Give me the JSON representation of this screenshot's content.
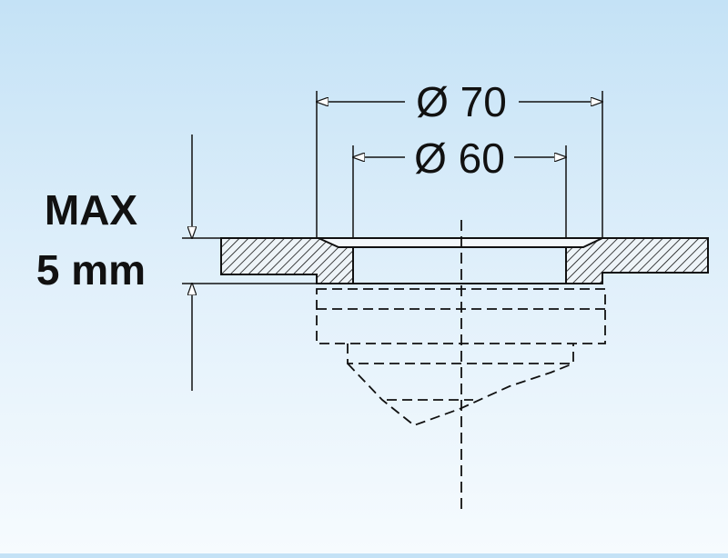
{
  "dimensions": {
    "outer_diameter": "Ø 70",
    "inner_diameter": "Ø 60"
  },
  "thickness_limit": {
    "line1": "MAX",
    "line2": "5 mm"
  },
  "colors": {
    "background_top": "#c4e2f6",
    "background_bottom": "#f6fbfe",
    "line": "#111111",
    "ring_fill": "#f4f8fb"
  }
}
